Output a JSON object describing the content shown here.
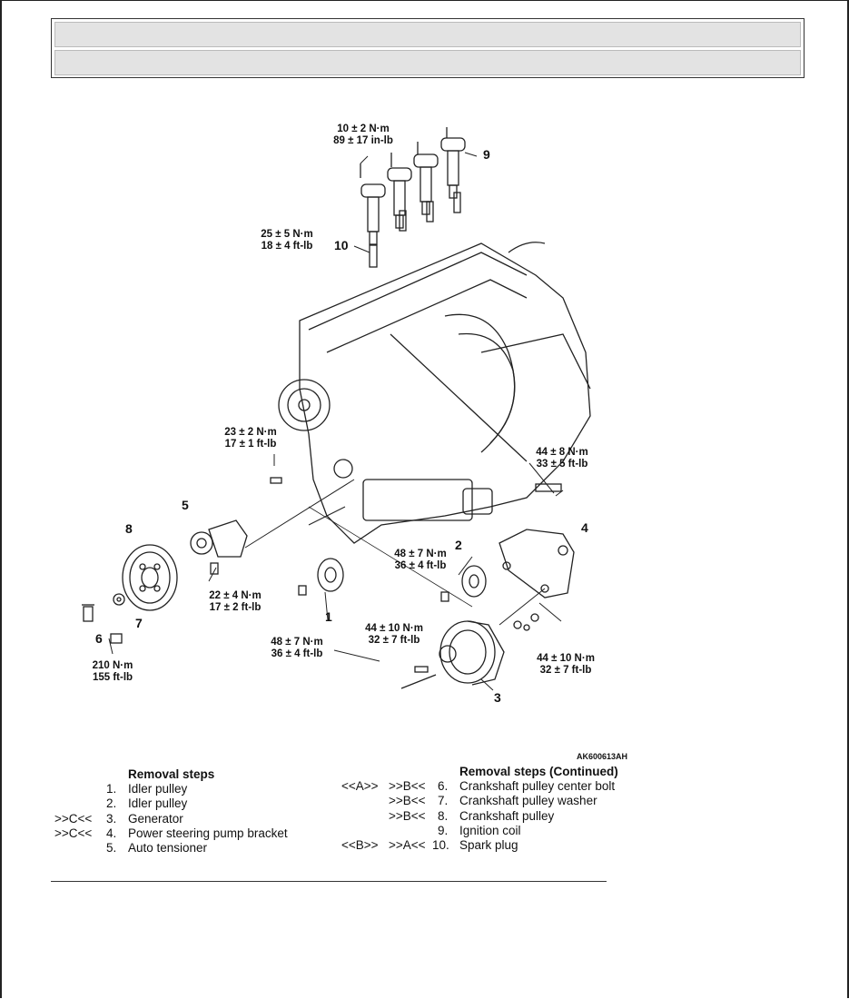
{
  "figure": {
    "torques": {
      "t_coil": [
        "10 ± 2 N·m",
        "89 ± 17 in-lb"
      ],
      "t_spark": [
        "25 ± 5 N·m",
        "18 ± 4 ft-lb"
      ],
      "t_tens_upper": [
        "23 ± 2 N·m",
        "17 ± 1 ft-lb"
      ],
      "t_bracket_upper": [
        "44 ± 8 N·m",
        "33 ± 5 ft-lb"
      ],
      "t_idler2": [
        "48 ± 7 N·m",
        "36 ± 4 ft-lb"
      ],
      "t_tens_lower": [
        "22 ± 4 N·m",
        "17 ± 2 ft-lb"
      ],
      "t_idler1": [
        "48 ± 7 N·m",
        "36 ± 4 ft-lb"
      ],
      "t_gen_left": [
        "44 ± 10 N·m",
        "32 ± 7 ft-lb"
      ],
      "t_gen_right": [
        "44 ± 10 N·m",
        "32 ± 7 ft-lb"
      ],
      "t_pulley_bolt": [
        "210 N·m",
        "155 ft-lb"
      ]
    },
    "callouts": [
      "1",
      "2",
      "3",
      "4",
      "5",
      "6",
      "7",
      "8",
      "9",
      "10"
    ],
    "figure_id": "AK600613AH"
  },
  "steps": {
    "left_header": "Removal steps",
    "left": [
      {
        "p1": "",
        "p2": "",
        "n": "1.",
        "label": "Idler pulley"
      },
      {
        "p1": "",
        "p2": "",
        "n": "2.",
        "label": "Idler pulley"
      },
      {
        "p1": ">>C<<",
        "p2": "",
        "n": "3.",
        "label": "Generator"
      },
      {
        "p1": ">>C<<",
        "p2": "",
        "n": "4.",
        "label": "Power steering pump bracket"
      },
      {
        "p1": "",
        "p2": "",
        "n": "5.",
        "label": "Auto tensioner"
      }
    ],
    "right_header": "Removal steps (Continued)",
    "right": [
      {
        "p1": "<<A>>",
        "p2": ">>B<<",
        "n": "6.",
        "label": "Crankshaft pulley center bolt"
      },
      {
        "p1": "",
        "p2": ">>B<<",
        "n": "7.",
        "label": "Crankshaft pulley washer"
      },
      {
        "p1": "",
        "p2": ">>B<<",
        "n": "8.",
        "label": "Crankshaft pulley"
      },
      {
        "p1": "",
        "p2": "",
        "n": "9.",
        "label": "Ignition coil"
      },
      {
        "p1": "<<B>>",
        "p2": ">>A<<",
        "n": "10.",
        "label": "Spark plug"
      }
    ]
  }
}
